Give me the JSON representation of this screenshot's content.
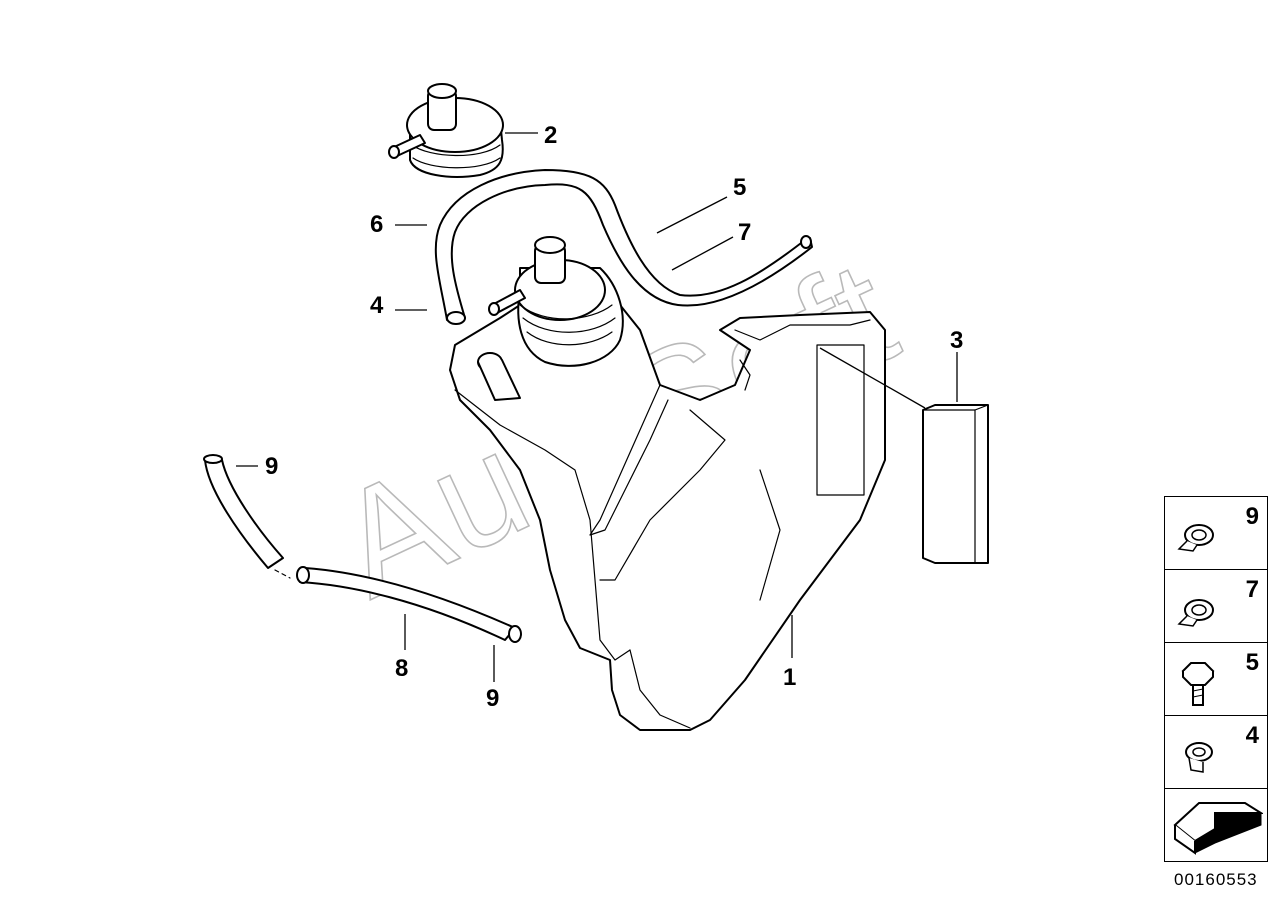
{
  "callouts": {
    "c1": "1",
    "c2": "2",
    "c3": "3",
    "c4": "4",
    "c5": "5",
    "c6": "6",
    "c7": "7",
    "c8": "8",
    "c9a": "9",
    "c9b": "9"
  },
  "legend": [
    {
      "number": "9",
      "icon": "hose-clamp-icon"
    },
    {
      "number": "7",
      "icon": "hose-clamp-icon"
    },
    {
      "number": "5",
      "icon": "hex-bolt-icon"
    },
    {
      "number": "4",
      "icon": "hose-clamp-icon"
    },
    {
      "number": "",
      "icon": "arrow-icon"
    }
  ],
  "document_number": "00160553",
  "watermark": "AutoSoft"
}
